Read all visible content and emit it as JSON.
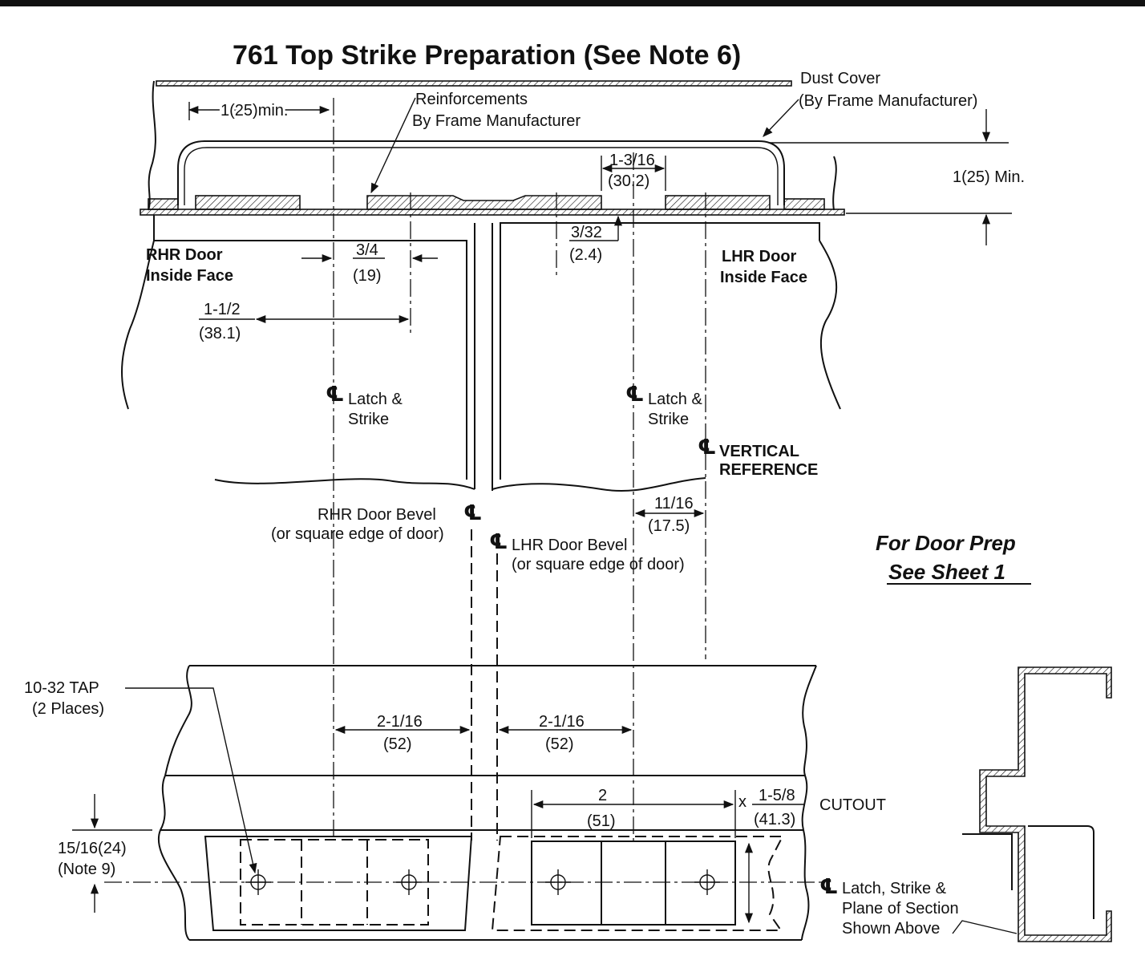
{
  "title": "761 Top Strike Preparation (See Note 6)",
  "labels": {
    "dust_cover_1": "Dust Cover",
    "dust_cover_2": "(By Frame Manufacturer)",
    "reinf_1": "Reinforcements",
    "reinf_2": "By Frame Manufacturer",
    "min_25": "1(25)min.",
    "min_25_right": "1(25) Min.",
    "dim_1_3_16": "1-3/16",
    "dim_30_2": "(30.2)",
    "dim_3_32": "3/32",
    "dim_2_4": "(2.4)",
    "dim_3_4": "3/4",
    "dim_19": "(19)",
    "dim_1_1_2": "1-1/2",
    "dim_38_1": "(38.1)",
    "rhr_face_1": "RHR Door",
    "rhr_face_2": "Inside Face",
    "lhr_face_1": "LHR Door",
    "lhr_face_2": "Inside Face",
    "latch_1": "Latch &",
    "latch_2": "Strike",
    "vertical_1": "VERTICAL",
    "vertical_2": "REFERENCE",
    "rhr_bevel_1": "RHR Door Bevel",
    "rhr_bevel_2": "(or square edge of door)",
    "lhr_bevel_1": "LHR Door Bevel",
    "lhr_bevel_2": "(or square edge of door)",
    "dim_11_16": "11/16",
    "dim_17_5": "(17.5)",
    "door_prep_1": "For Door Prep",
    "door_prep_2": "See Sheet 1",
    "tap_1": "10-32 TAP",
    "tap_2": "(2 Places)",
    "dim_2_1_16": "2-1/16",
    "dim_52": "(52)",
    "dim_2": "2",
    "dim_51": "(51)",
    "x": "x",
    "dim_1_5_8": "1-5/8",
    "dim_41_3": "(41.3)",
    "cutout": "CUTOUT",
    "dim_15_16": "15/16(24)",
    "note_9": "(Note 9)",
    "plane_1": "Latch, Strike &",
    "plane_2": "Plane of Section",
    "plane_3": "Shown Above"
  }
}
